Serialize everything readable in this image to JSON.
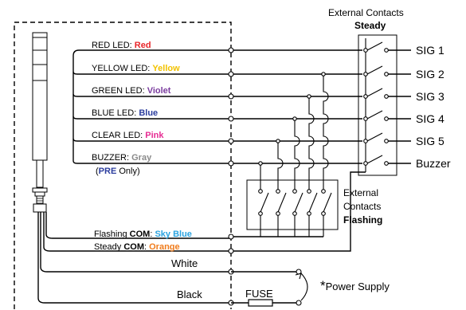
{
  "leds": [
    {
      "prefix": "RED LED: ",
      "color_name": "Red",
      "color": "#e8262a"
    },
    {
      "prefix": "YELLOW LED: ",
      "color_name": "Yellow",
      "color": "#f2c200"
    },
    {
      "prefix": "GREEN LED: ",
      "color_name": "Violet",
      "color": "#7a3c9e"
    },
    {
      "prefix": "BLUE LED: ",
      "color_name": "Blue",
      "color": "#2b3d9e"
    },
    {
      "prefix": "CLEAR LED: ",
      "color_name": "Pink",
      "color": "#e62c93"
    },
    {
      "prefix": "BUZZER: ",
      "color_name": "Gray",
      "color": "#8a8a8a"
    }
  ],
  "pre_note": {
    "open": "(",
    "strong": "PRE",
    "rest": " Only)",
    "strong_color": "#2b3d9e"
  },
  "flashing_com": {
    "prefix": "Flashing ",
    "bold": "COM",
    "sep": ": ",
    "color_name": "Sky Blue",
    "color": "#2aa3e0"
  },
  "steady_com": {
    "prefix": "Steady ",
    "bold": "COM",
    "sep": ": ",
    "color_name": "Orange",
    "color": "#f07c1c"
  },
  "external_contacts_title": "External Contacts",
  "steady_label": "Steady",
  "signals": [
    "SIG 1",
    "SIG 2",
    "SIG 3",
    "SIG 4",
    "SIG 5",
    "Buzzer"
  ],
  "flashing_box": {
    "line1": "External",
    "line2": "Contacts",
    "line3": "Flashing"
  },
  "white_wire": "White",
  "black_wire": "Black",
  "fuse_label": "FUSE",
  "power_supply": {
    "asterisk": "*",
    "label": "Power Supply"
  }
}
